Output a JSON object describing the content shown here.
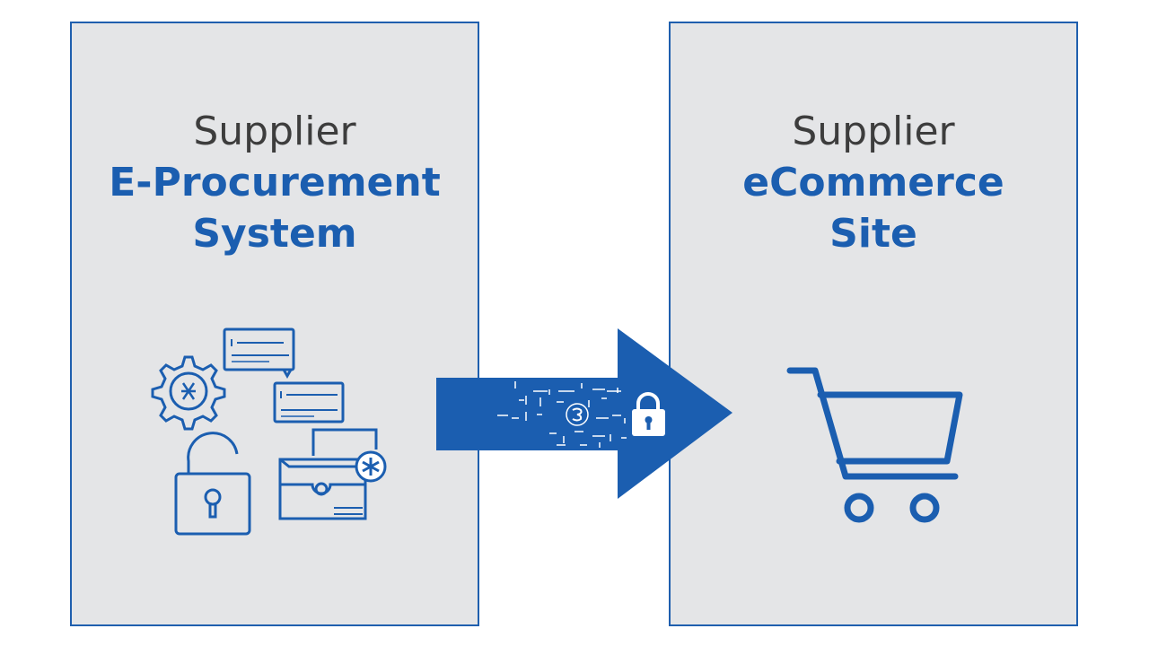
{
  "left_panel": {
    "title_line1": "Supplier",
    "title_line2": "E-Procurement",
    "title_line3": "System",
    "icons": [
      "gear-icon",
      "form-card-icon",
      "form-card-icon",
      "padlock-open-icon",
      "folder-icon",
      "badge-icon"
    ]
  },
  "right_panel": {
    "title_line1": "Supplier",
    "title_line2": "eCommerce",
    "title_line3": "Site",
    "icons": [
      "shopping-cart-icon"
    ]
  },
  "arrow": {
    "icons": [
      "data-stream-icon",
      "padlock-closed-icon"
    ]
  },
  "colors": {
    "accent_blue": "#1b5eb0",
    "panel_bg": "#e4e5e7",
    "title_gray": "#3d3d3d"
  }
}
